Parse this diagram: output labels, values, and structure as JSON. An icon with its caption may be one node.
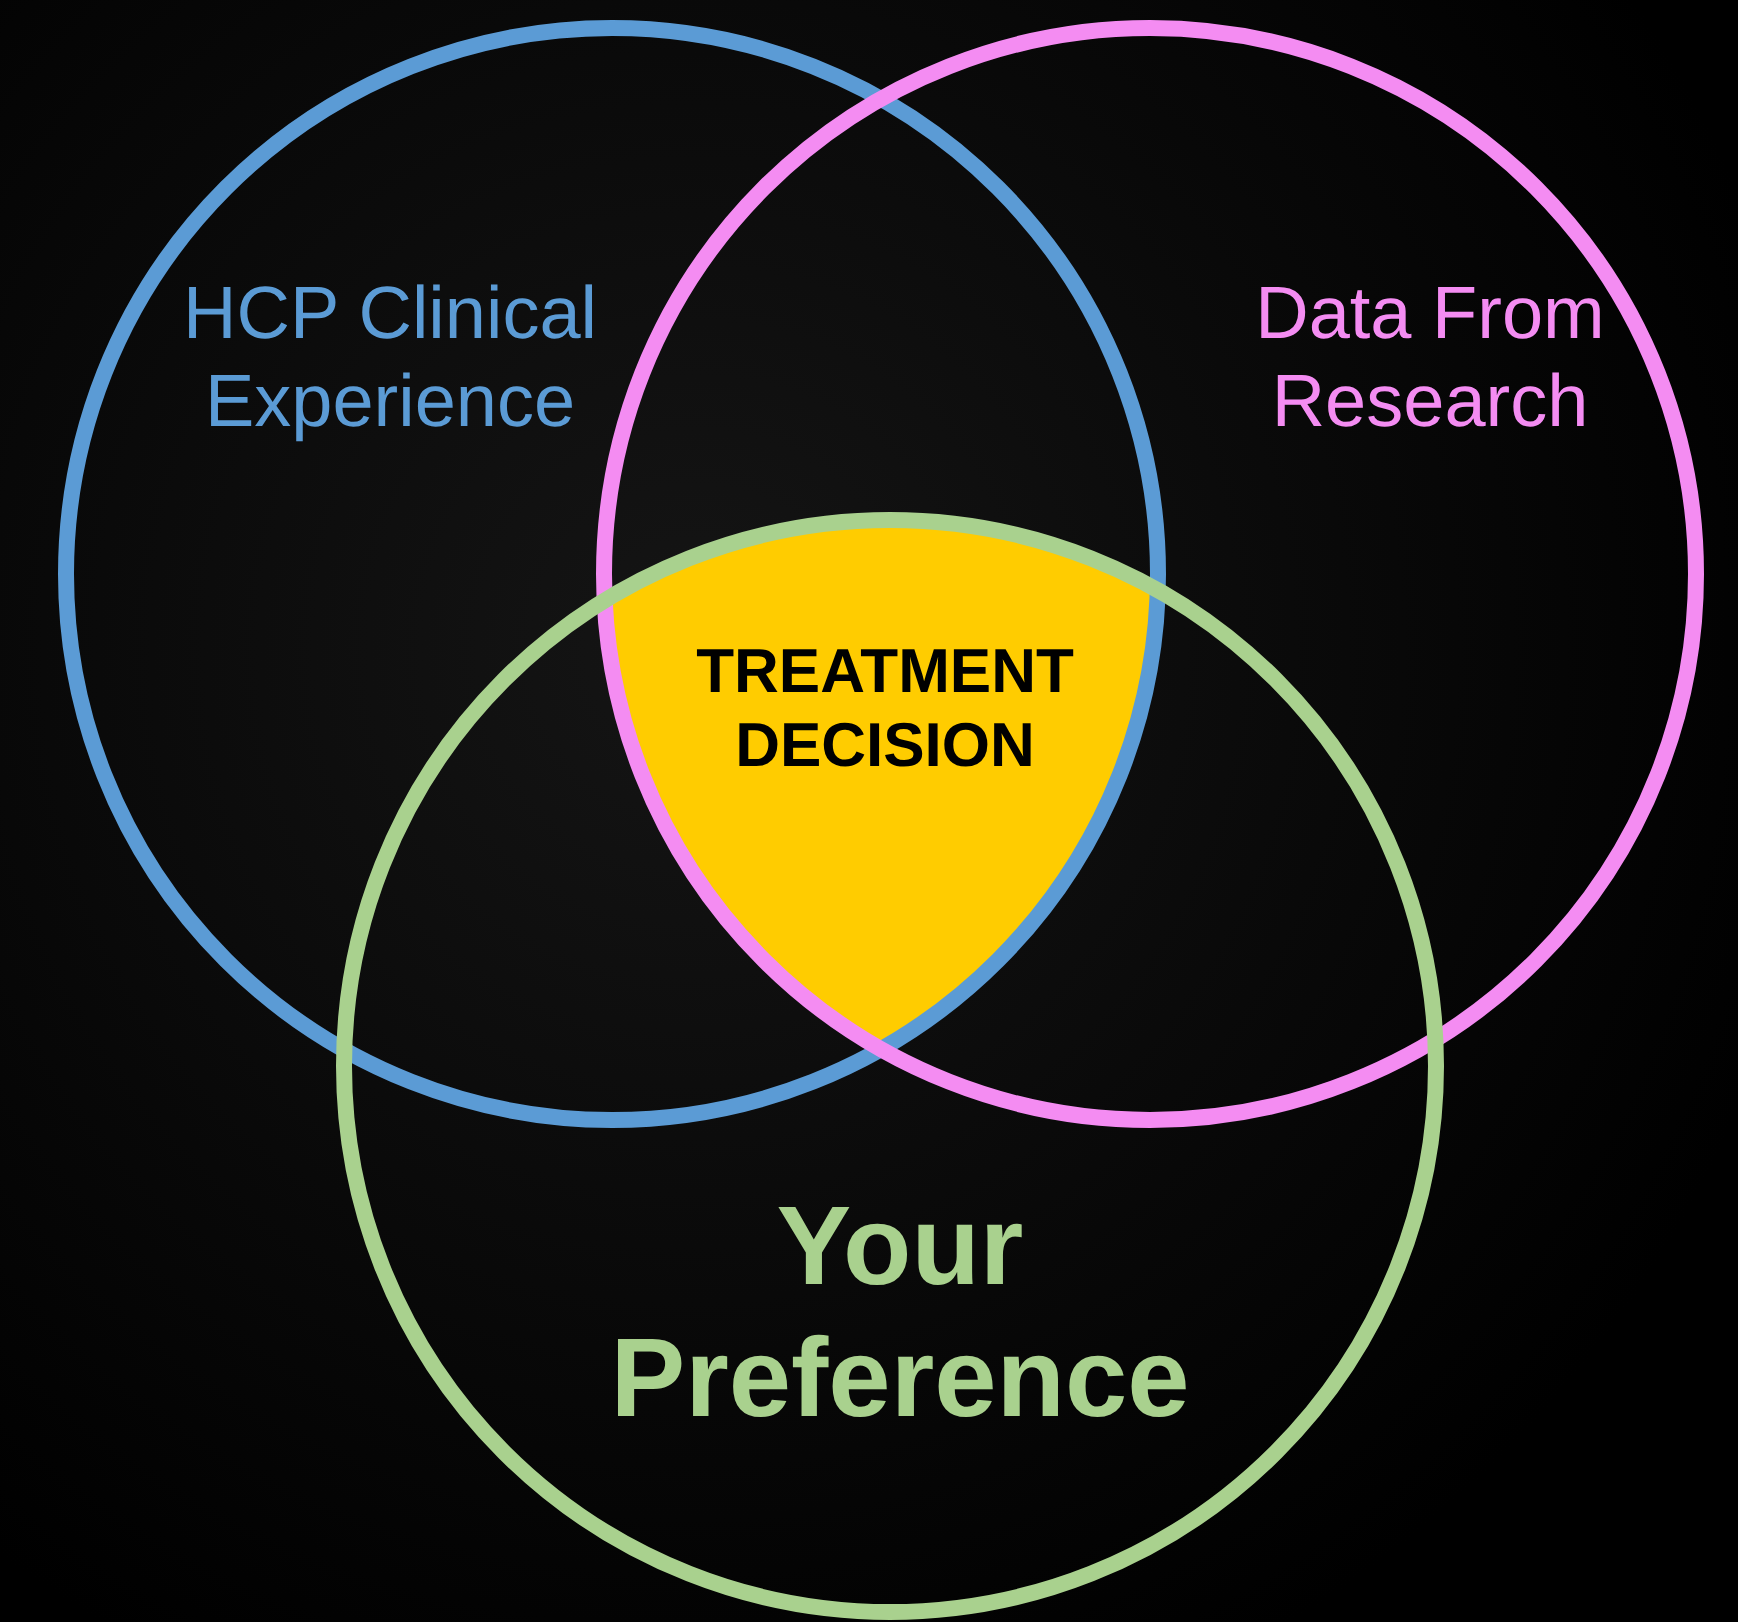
{
  "diagram": {
    "nodes": [
      {
        "text": [
          "HCP Clinical Experience"
        ]
      },
      {
        "text": [
          "Data From Research"
        ]
      },
      {
        "text": [
          "Your Preference"
        ]
      },
      {
        "text": [
          "TREATMENT DECISION"
        ]
      }
    ]
  }
}
